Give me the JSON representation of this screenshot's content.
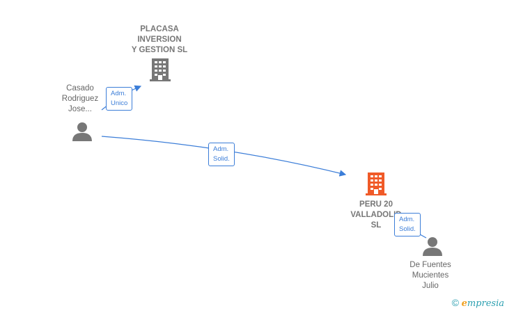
{
  "nodes": {
    "placasa": {
      "label": "PLACASA\nINVERSION\nY GESTION  SL",
      "color": "#777777"
    },
    "casado": {
      "label": "Casado\nRodriguez\nJose..."
    },
    "peru": {
      "label": "PERU 20\nVALLADOLID\nSL",
      "color": "#f05a28"
    },
    "defuentes": {
      "label": "De Fuentes\nMucientes\nJulio"
    }
  },
  "edges": {
    "adm_unico": {
      "label": "Adm.\nUnico"
    },
    "adm_solid_1": {
      "label": "Adm.\nSolid."
    },
    "adm_solid_2": {
      "label": "Adm.\nSolid."
    }
  },
  "footer": {
    "copyright": "©",
    "brand_initial": "e",
    "brand_rest": "mpresia"
  },
  "colors": {
    "edge": "#3b7dd8",
    "person": "#777777"
  }
}
